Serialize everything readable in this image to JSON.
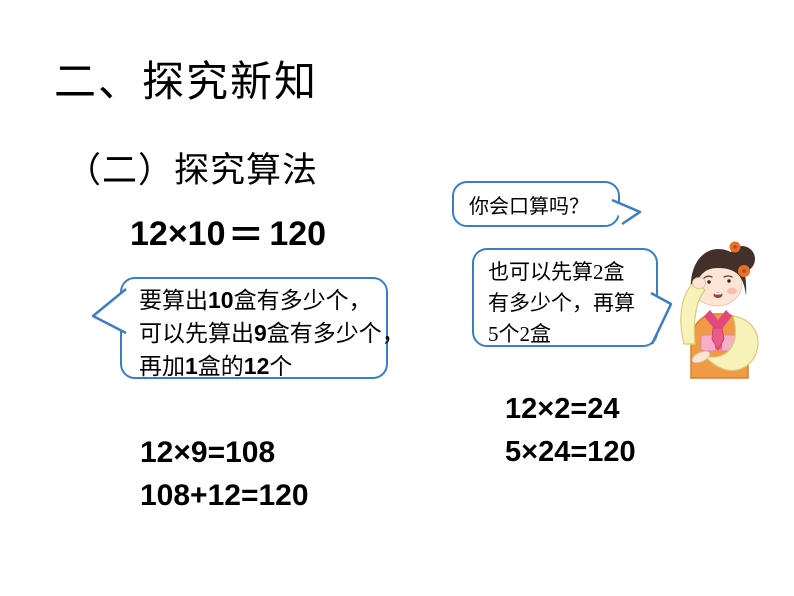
{
  "slide": {
    "title": "二、探究新知",
    "subtitle": "（二）探究算法",
    "main_equation": {
      "lhs": "12×10",
      "equals": "=",
      "rhs": "120"
    }
  },
  "bubbles": {
    "question": {
      "text": "你会口算吗？"
    },
    "method1": {
      "lines": [
        "要算出10盒有多少个，",
        "可以先算出9盒有多少个，",
        "再加1盒的12个"
      ]
    },
    "method2": {
      "lines": [
        "也可以先算2盒",
        "有多少个，再算",
        "5个2盒"
      ]
    }
  },
  "calculations": {
    "method1": [
      "12×9=108",
      "108+12=120"
    ],
    "method2": [
      "12×2=24",
      "5×24=120"
    ]
  },
  "illustration": {
    "name": "girl-thinking-illustration"
  },
  "colors": {
    "background": "#ffffff",
    "text": "#000000",
    "bubble_border": "#3a7ec8",
    "girl_vest": "#f09a46",
    "girl_collar": "#e2487c",
    "girl_sleeve": "#f7f2b8",
    "girl_hair": "#44302a",
    "girl_flower": "#ea7028"
  }
}
